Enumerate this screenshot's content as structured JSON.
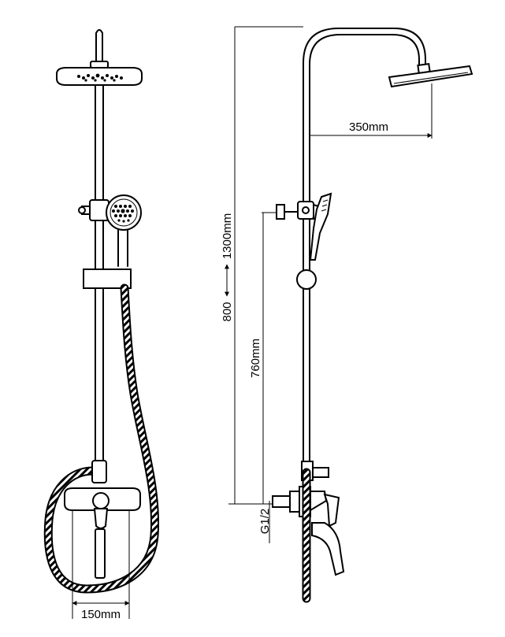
{
  "dimensions": {
    "arm_length": "350mm",
    "height_range_low": "800",
    "height_range_high": "1300mm",
    "slide_height": "760mm",
    "inlet_thread": "G1/2",
    "mixer_spacing": "150mm"
  },
  "colors": {
    "line": "#000000",
    "background": "#ffffff"
  }
}
